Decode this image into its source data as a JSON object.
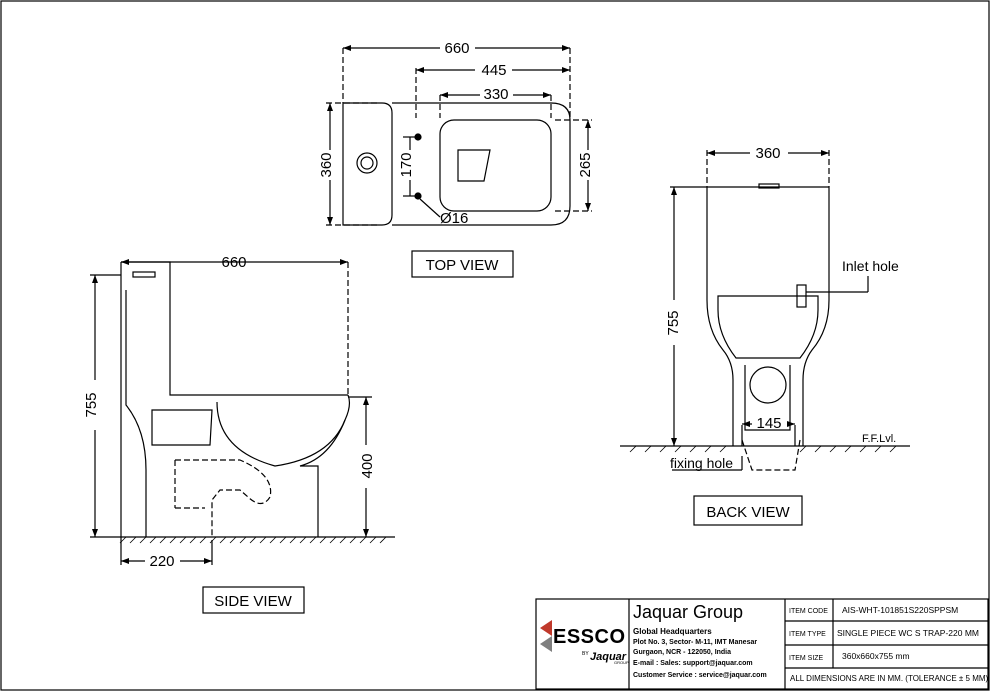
{
  "top_view": {
    "label": "TOP VIEW",
    "dim_width": "660",
    "dim_445": "445",
    "dim_330": "330",
    "dim_depth": "360",
    "dim_170": "170",
    "dim_265": "265",
    "dim_hole": "Ø16"
  },
  "side_view": {
    "label": "SIDE VIEW",
    "dim_width": "660",
    "dim_height": "755",
    "dim_400": "400",
    "dim_220": "220"
  },
  "back_view": {
    "label": "BACK VIEW",
    "dim_width": "360",
    "dim_height": "755",
    "dim_145": "145",
    "inlet_hole": "Inlet hole",
    "fixing_hole": "fixing hole",
    "floor_level": "F.F.Lvl."
  },
  "title_block": {
    "logo_text": "ESSCO",
    "logo_by": "BY",
    "logo_sub": "Jaquar",
    "logo_group": "GROUP",
    "company": "Jaquar  Group",
    "hq": "Global Headquarters",
    "addr1": "Plot No. 3, Sector- M-11, IMT Manesar",
    "addr2": "Gurgaon, NCR - 122050, India",
    "email": "E-mail : Sales: support@jaquar.com",
    "service": "Customer Service : service@jaquar.com",
    "item_code_label": "ITEM CODE",
    "item_code": "AIS-WHT-101851S220SPPSM",
    "item_type_label": "ITEM TYPE",
    "item_type": "SINGLE PIECE WC S TRAP-220 MM",
    "item_size_label": "ITEM SIZE",
    "item_size": "360x660x755 mm",
    "note": "ALL DIMENSIONS ARE IN MM. (TOLERANCE ± 5 MM)"
  }
}
